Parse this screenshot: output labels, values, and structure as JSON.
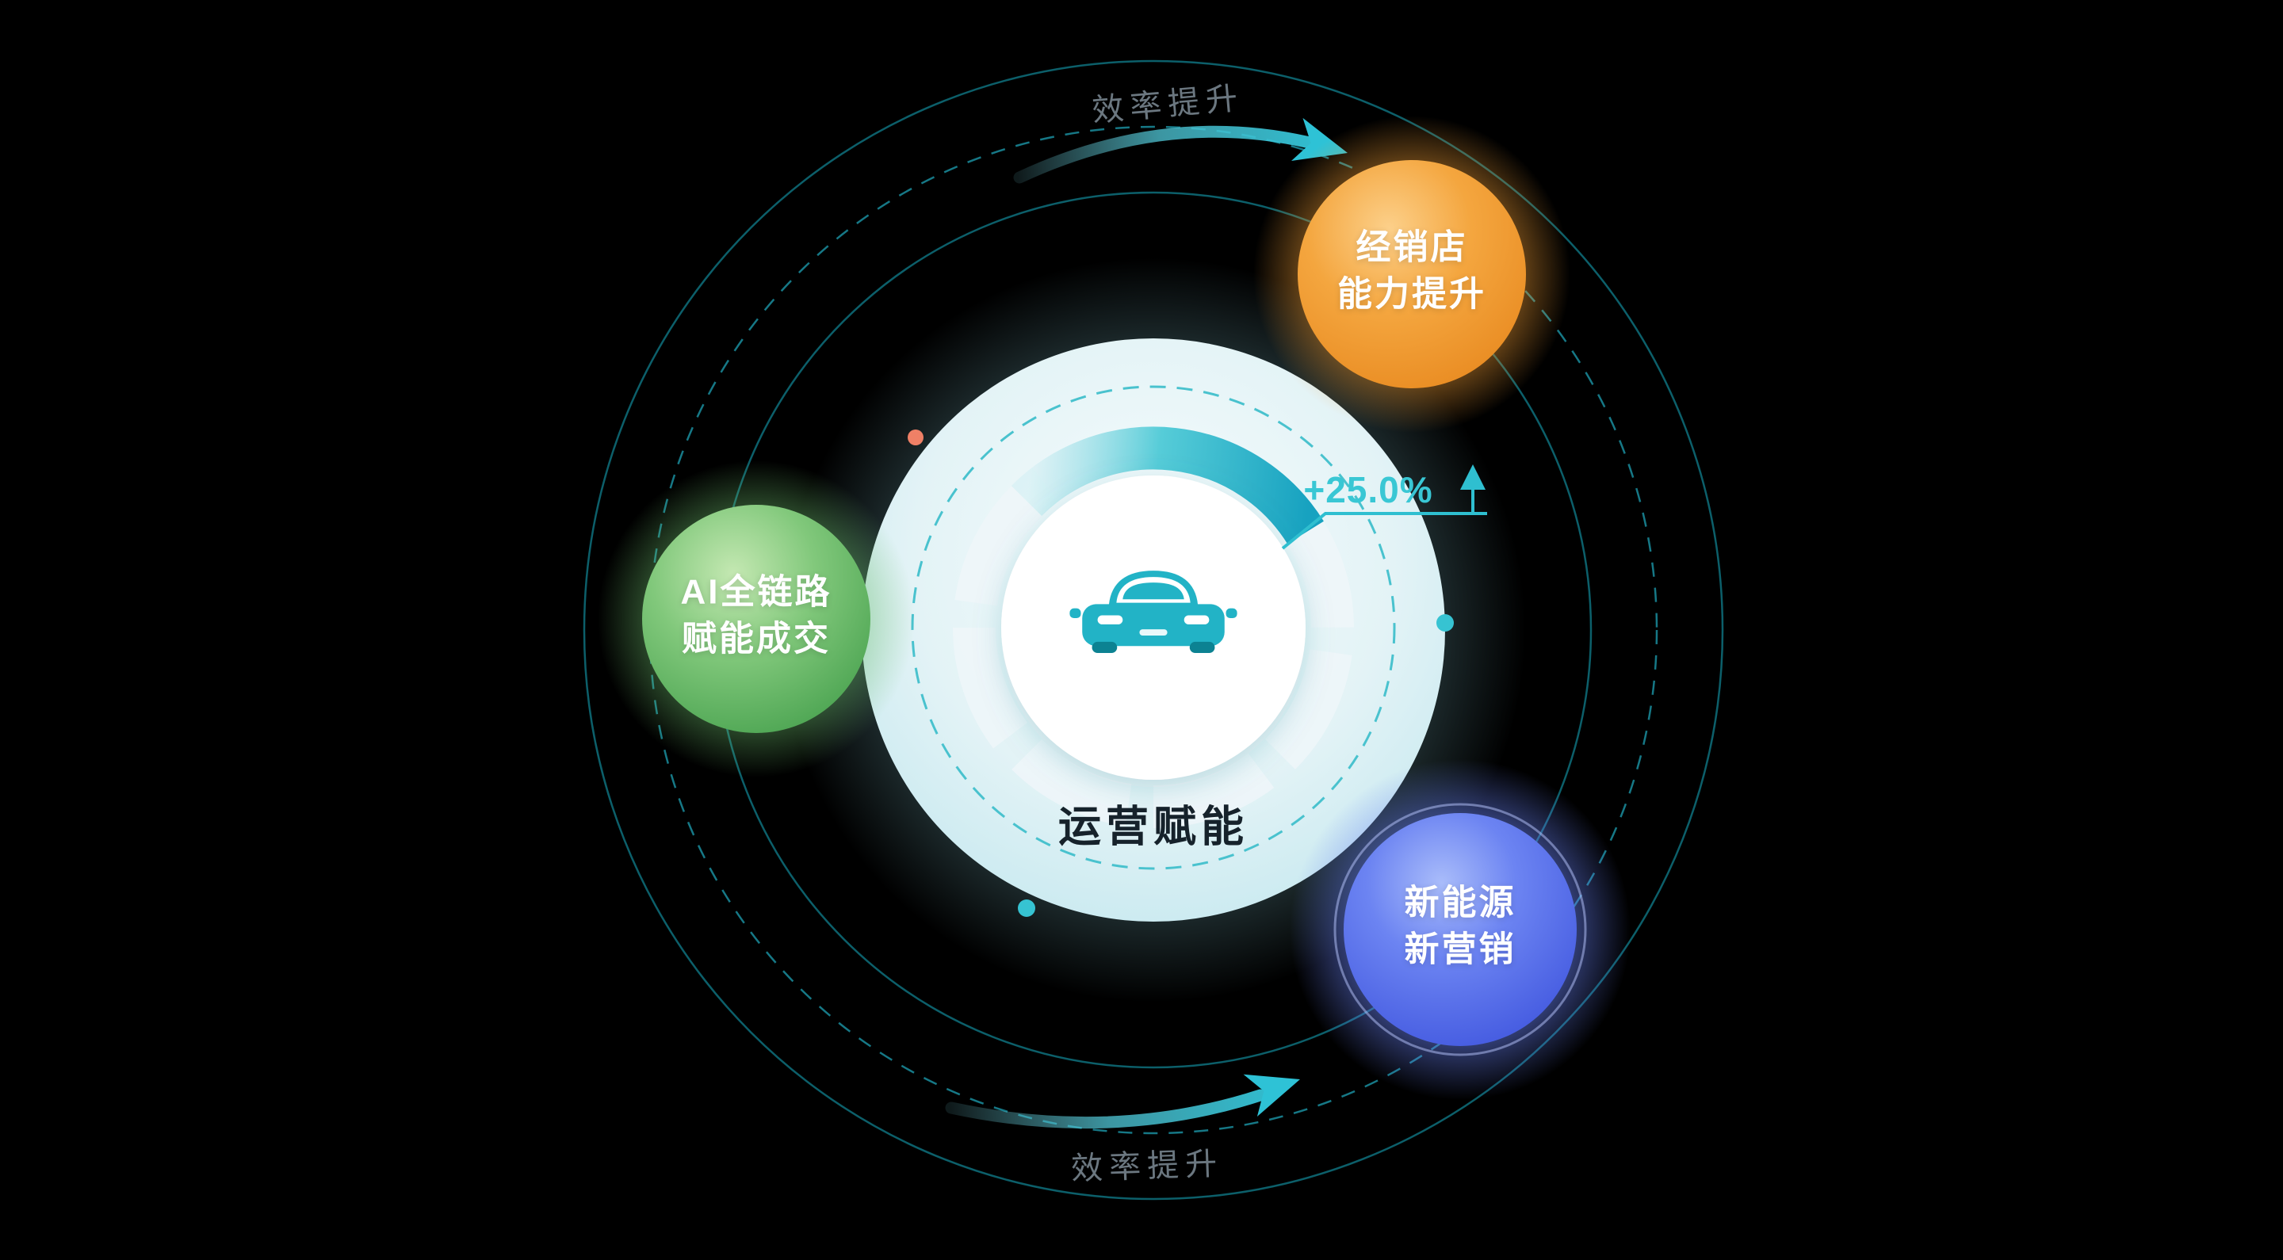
{
  "center": {
    "label": "运营赋能",
    "metric": "+25.0%",
    "icon": "car-front-icon"
  },
  "satellites": [
    {
      "name": "dealer-capability",
      "line1": "经销店",
      "line2": "能力提升",
      "color": "#f09d33"
    },
    {
      "name": "ai-full-chain-deal",
      "line1": "AI全链路",
      "line2": "赋能成交",
      "color": "#5fb664"
    },
    {
      "name": "new-energy-marketing",
      "line1": "新能源",
      "line2": "新营销",
      "color": "#5b74ec"
    }
  ],
  "flow_labels": {
    "top": "效率提升",
    "bottom": "效率提升"
  },
  "colors": {
    "background": "#000000",
    "accent_teal": "#2fc0d2",
    "orbit_line": "#0d6470",
    "metric_text": "#39c7d4",
    "flow_text": "#6b7780"
  }
}
